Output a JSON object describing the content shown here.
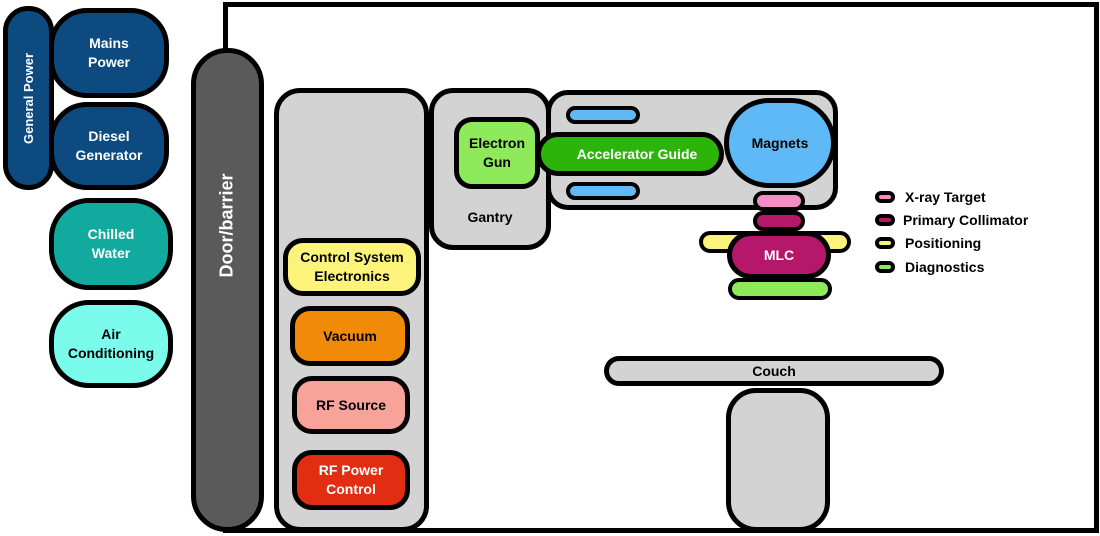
{
  "power": {
    "general_label": "General Power",
    "mains": "Mains\nPower",
    "diesel": "Diesel\nGenerator",
    "chilled": "Chilled\nWater",
    "air": "Air\nConditioning"
  },
  "door_label": "Door/barrier",
  "cabinet": {
    "control": "Control System\nElectronics",
    "vacuum": "Vacuum",
    "rf_source": "RF Source",
    "rf_power": "RF Power\nControl"
  },
  "gantry": {
    "label": "Gantry",
    "electron_gun": "Electron\nGun",
    "accelerator": "Accelerator Guide",
    "magnets": "Magnets",
    "mlc": "MLC"
  },
  "couch_label": "Couch",
  "legend": [
    {
      "label": "X-ray Target",
      "color": "#F68DC4"
    },
    {
      "label": "Primary Collimator",
      "color": "#B5176B"
    },
    {
      "label": "Positioning",
      "color": "#FBF37A"
    },
    {
      "label": "Diagnostics",
      "color": "#8EEA5A"
    }
  ],
  "colors": {
    "navy": "#0D4A80",
    "teal": "#12A99E",
    "aqua": "#7AFBEB",
    "door": "#5A5A5A",
    "panel": "#D3D3D3",
    "yellow": "#FBF37A",
    "orange": "#F18A06",
    "salmon": "#F7A39A",
    "red": "#E12D12",
    "lightgreen": "#8EEA5A",
    "green": "#2DB40A",
    "blue": "#5FB9F7",
    "pink": "#F68DC4",
    "magenta": "#B5176B"
  }
}
